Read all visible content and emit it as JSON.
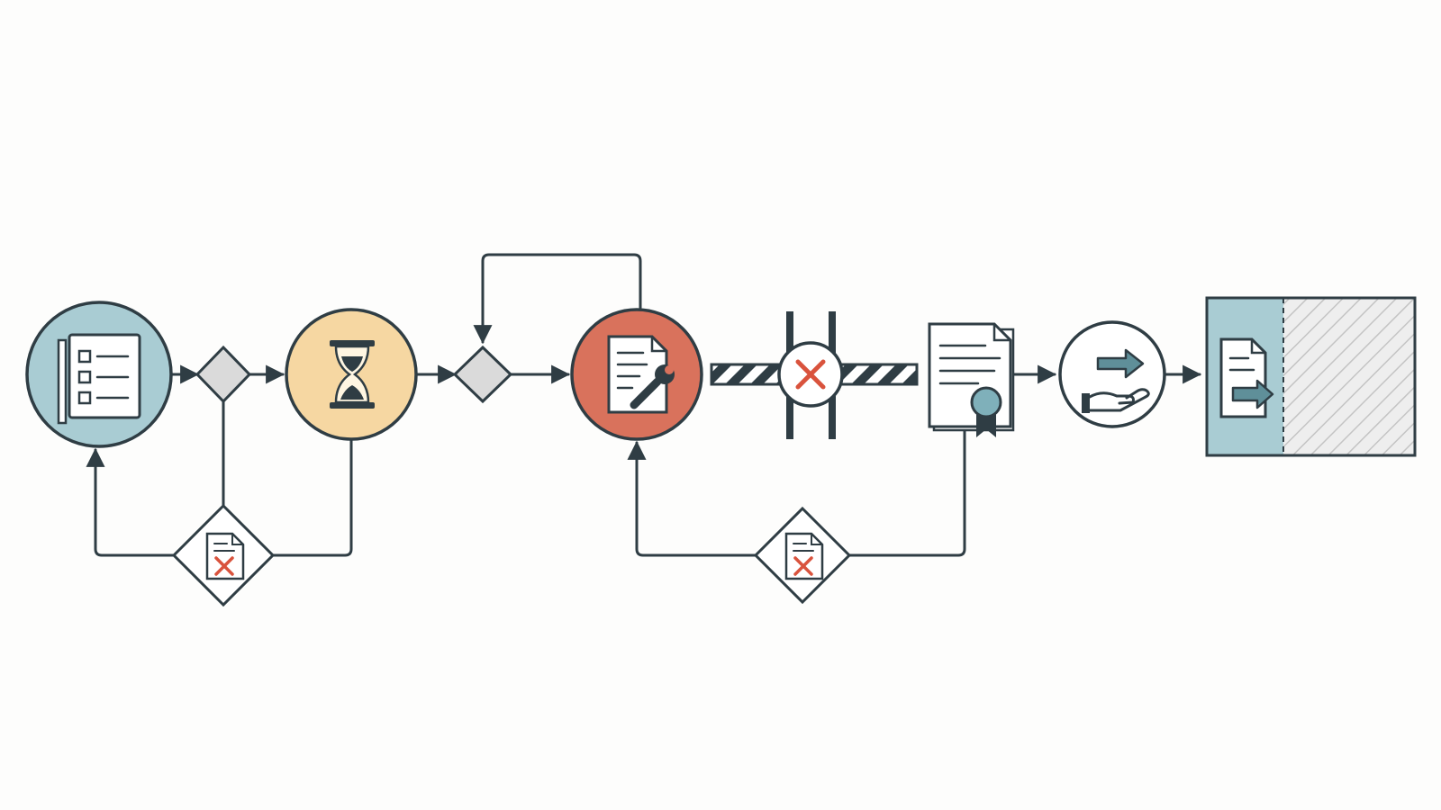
{
  "diagram": {
    "type": "process-flow",
    "palette": {
      "ink": "#2f3d44",
      "teal": "#a9ccd3",
      "teal_dark": "#5f8f99",
      "amber": "#f6d7a2",
      "coral": "#d9725c",
      "red_x": "#d9533d",
      "gray_gateway": "#dadada",
      "paper": "#ffffff"
    },
    "nodes": [
      {
        "id": "checklist",
        "shape": "circle",
        "icon": "checklist-icon",
        "fill": "teal"
      },
      {
        "id": "gateway-1",
        "shape": "diamond",
        "icon": "none",
        "fill": "gray_gateway"
      },
      {
        "id": "waiting",
        "shape": "circle",
        "icon": "hourglass-icon",
        "fill": "amber"
      },
      {
        "id": "gateway-2",
        "shape": "diamond",
        "icon": "none",
        "fill": "gray_gateway"
      },
      {
        "id": "rework",
        "shape": "circle",
        "icon": "document-wrench-icon",
        "fill": "coral"
      },
      {
        "id": "blocked",
        "shape": "barrier",
        "icon": "x-mark-icon",
        "fill": "paper"
      },
      {
        "id": "certificate",
        "shape": "document",
        "icon": "certificate-ribbon-icon",
        "fill": "paper"
      },
      {
        "id": "handover",
        "shape": "circle",
        "icon": "hand-arrow-icon",
        "fill": "paper"
      },
      {
        "id": "output",
        "shape": "rectangle",
        "icon": "document-arrow-icon",
        "fill": "teal"
      },
      {
        "id": "reject-1",
        "shape": "diamond",
        "icon": "rejected-document-icon",
        "fill": "paper"
      },
      {
        "id": "reject-2",
        "shape": "diamond",
        "icon": "rejected-document-icon",
        "fill": "paper"
      }
    ],
    "edges": [
      {
        "from": "checklist",
        "to": "gateway-1"
      },
      {
        "from": "gateway-1",
        "to": "waiting"
      },
      {
        "from": "gateway-1",
        "to": "reject-1"
      },
      {
        "from": "waiting",
        "to": "reject-1"
      },
      {
        "from": "reject-1",
        "to": "checklist"
      },
      {
        "from": "waiting",
        "to": "gateway-2"
      },
      {
        "from": "gateway-2",
        "to": "rework"
      },
      {
        "from": "rework",
        "to": "gateway-2",
        "style": "loop"
      },
      {
        "from": "rework",
        "to": "blocked"
      },
      {
        "from": "blocked",
        "to": "certificate"
      },
      {
        "from": "certificate",
        "to": "reject-2"
      },
      {
        "from": "reject-2",
        "to": "rework"
      },
      {
        "from": "certificate",
        "to": "handover"
      },
      {
        "from": "handover",
        "to": "output"
      }
    ],
    "output_capacity_used": 0.37
  }
}
